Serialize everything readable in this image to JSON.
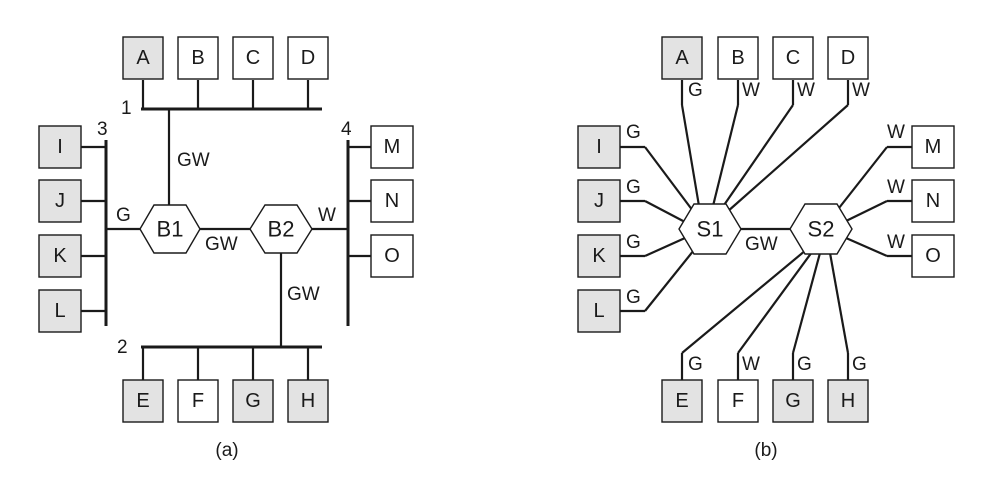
{
  "diagram_a": {
    "caption": "(a)",
    "stations": [
      "A",
      "B",
      "C",
      "D",
      "E",
      "F",
      "G",
      "H",
      "I",
      "J",
      "K",
      "L",
      "M",
      "N",
      "O"
    ],
    "bridges": [
      "B1",
      "B2"
    ],
    "lan_numbers": [
      "1",
      "2",
      "3",
      "4"
    ],
    "link_labels": {
      "b1_lan1": "GW",
      "b1_lan3": "G",
      "b1_b2": "GW",
      "b2_lan4": "W",
      "b2_lan2": "GW"
    }
  },
  "diagram_b": {
    "caption": "(b)",
    "stations": [
      "A",
      "B",
      "C",
      "D",
      "E",
      "F",
      "G",
      "H",
      "I",
      "J",
      "K",
      "L",
      "M",
      "N",
      "O"
    ],
    "switches": [
      "S1",
      "S2"
    ],
    "port_labels": {
      "A": "G",
      "B": "W",
      "C": "W",
      "D": "W",
      "I": "G",
      "J": "G",
      "K": "G",
      "L": "G",
      "M": "W",
      "N": "W",
      "O": "W",
      "E": "G",
      "F": "W",
      "G": "G",
      "H": "G"
    },
    "trunk_label": "GW"
  },
  "colors": {
    "shaded_box": "#e3e3e3",
    "plain_box": "#ffffff",
    "line": "#1a1a1a"
  }
}
